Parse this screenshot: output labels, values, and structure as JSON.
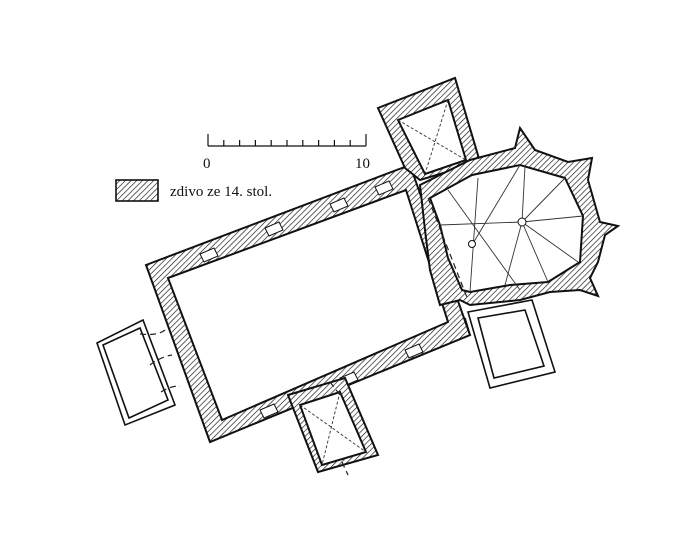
{
  "scale_bar": {
    "start_label": "0",
    "end_label": "10"
  },
  "legend": {
    "label": "zdivo ze 14. stol."
  }
}
